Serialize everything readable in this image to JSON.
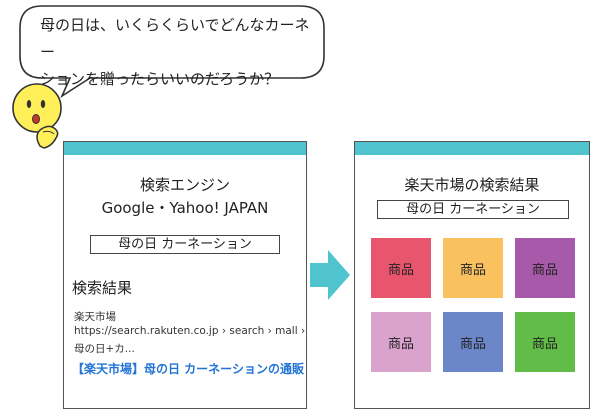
{
  "bubble": {
    "line1": "母の日は、いくらくらいでどんなカーネー",
    "line2": "ションを贈ったらいいのだろうか？"
  },
  "left_panel": {
    "bar_color": "#4fc4cf",
    "title": "検索エンジン",
    "engines": "Google・Yahoo! JAPAN",
    "query": "母の日 カーネーション",
    "results_heading": "検索結果",
    "result": {
      "site": "楽天市場",
      "url": "https://search.rakuten.co.jp › search › mall ›",
      "path": "母の日+カ...",
      "link_title": "【楽天市場】母の日 カーネーションの通販",
      "link_color": "#2474d6"
    }
  },
  "arrow": {
    "color": "#4fc4cf"
  },
  "right_panel": {
    "bar_color": "#4fc4cf",
    "title": "楽天市場の検索結果",
    "query": "母の日 カーネーション",
    "products": [
      {
        "label": "商品",
        "color": "#e8566e"
      },
      {
        "label": "商品",
        "color": "#f9c25e"
      },
      {
        "label": "商品",
        "color": "#a75aaa"
      },
      {
        "label": "商品",
        "color": "#d9a3cd"
      },
      {
        "label": "商品",
        "color": "#6b86c9"
      },
      {
        "label": "商品",
        "color": "#62bd48"
      }
    ]
  },
  "character": {
    "face_color": "#fff05a",
    "outline_color": "#333333"
  }
}
